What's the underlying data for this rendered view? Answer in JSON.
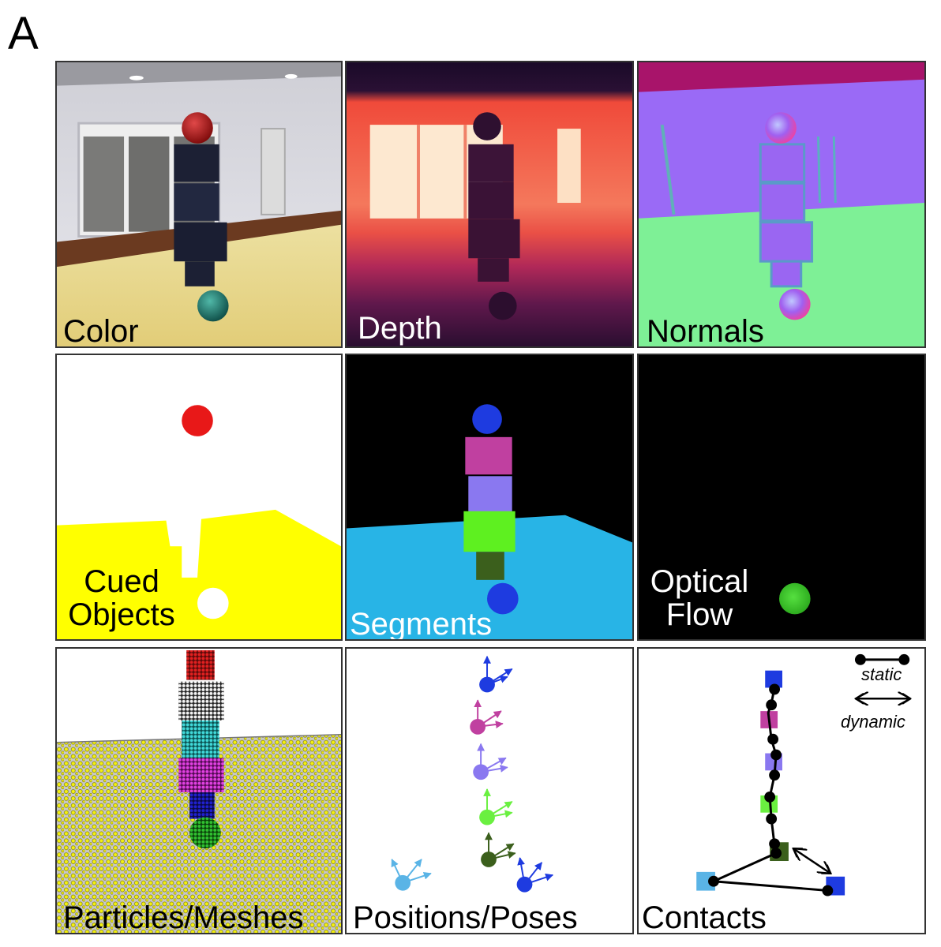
{
  "figure": {
    "panel_letter": "A"
  },
  "panels": {
    "color": {
      "label": "Color"
    },
    "depth": {
      "label": "Depth"
    },
    "normals": {
      "label": "Normals"
    },
    "cued": {
      "label_line1": "Cued",
      "label_line2": "Objects"
    },
    "segments": {
      "label": "Segments"
    },
    "flow": {
      "label_line1": "Optical",
      "label_line2": "Flow"
    },
    "particles": {
      "label": "Particles/Meshes"
    },
    "positions": {
      "label": "Positions/Poses"
    },
    "contacts": {
      "label": "Contacts",
      "legend_static": "static",
      "legend_dynamic": "dynamic"
    }
  },
  "colors": {
    "red_ball": "#e31414",
    "floor_yellow": "#ffff00",
    "seg_blue": "#1e3be0",
    "seg_magenta": "#c040a0",
    "seg_lavender": "#8a78f0",
    "seg_green": "#5ef020",
    "seg_darkgreen": "#3b5f1c",
    "seg_floor": "#28b4e6",
    "flow_green": "#3cd22a"
  }
}
